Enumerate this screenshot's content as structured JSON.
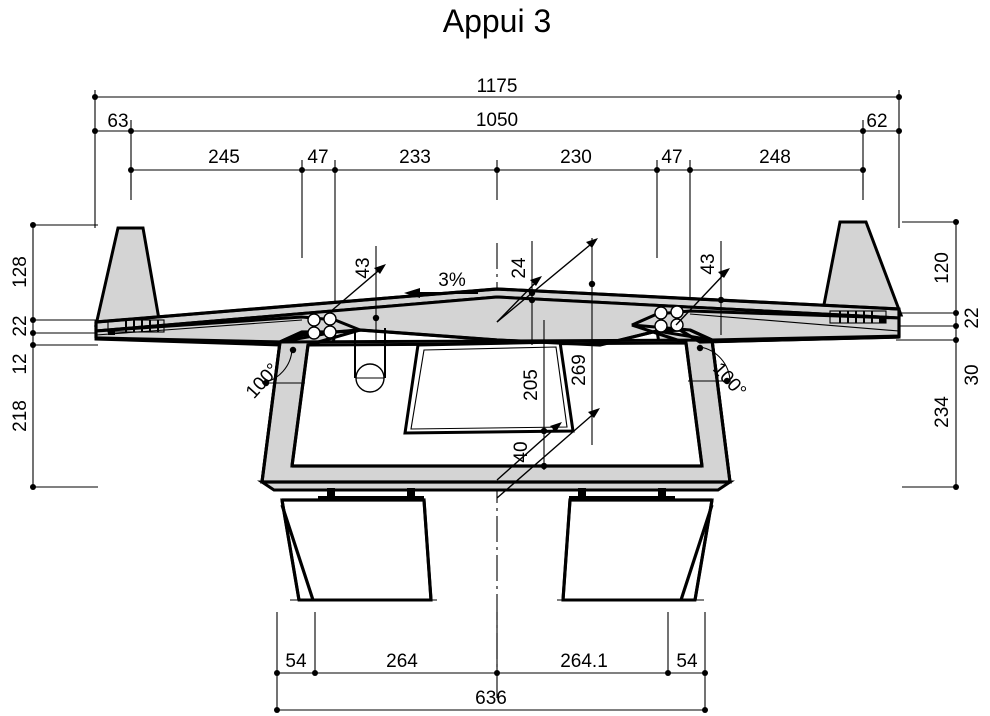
{
  "title": "Appui 3",
  "drawing": {
    "type": "bridge-pier-cross-section",
    "units_note": "",
    "colors": {
      "line": "#000000",
      "concrete_fill": "#d4d4d4",
      "background": "#ffffff"
    }
  },
  "dimensions": {
    "top": {
      "overall": "1175",
      "second": "1050",
      "left_offset": "63",
      "right_offset": "62",
      "chain": [
        "245",
        "47",
        "233",
        "230",
        "47",
        "248"
      ]
    },
    "left_vertical": [
      "128",
      "22",
      "12",
      "218"
    ],
    "right_vertical": [
      "120",
      "22",
      "30",
      "234"
    ],
    "interior": {
      "left_web_thickness": "43",
      "right_web_thickness": "43",
      "slab_thickness": "24",
      "box_inner_height": "205",
      "box_outer_height": "269",
      "bottom_slab": "40"
    },
    "bottom": {
      "chain": [
        "54",
        "264",
        "264.1",
        "54"
      ],
      "overall": "636"
    },
    "angles": {
      "left": "100°",
      "right": "100°"
    },
    "slope": {
      "label": "3%",
      "direction": "left"
    }
  },
  "labels": {
    "title": "Appui 3",
    "slope": "3%",
    "angle_left": "100°",
    "angle_right": "100°"
  }
}
